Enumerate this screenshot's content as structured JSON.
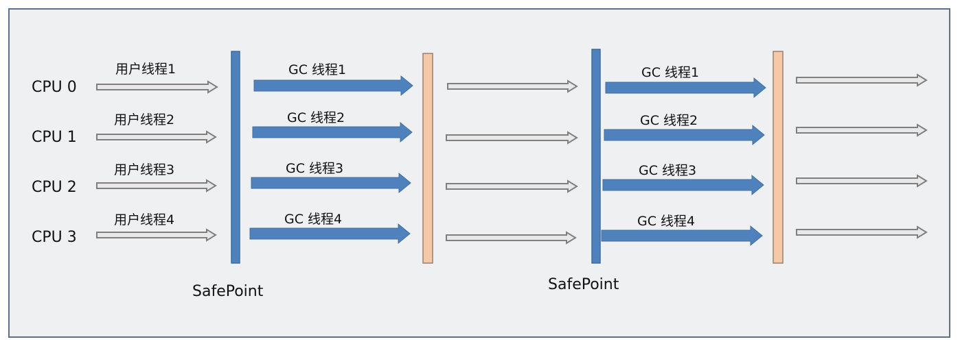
{
  "cpus": [
    "CPU 0",
    "CPU 1",
    "CPU 2",
    "CPU 3"
  ],
  "user_threads": [
    "用户线程1",
    "用户线程2",
    "用户线程3",
    "用户线程4"
  ],
  "gc_threads": [
    "GC 线程1",
    "GC 线程2",
    "GC 线程3",
    "GC 线程4"
  ],
  "safepoint_labels": [
    "SafePoint",
    "SafePoint"
  ],
  "colors": {
    "frame_background": "#eef0f2",
    "frame_border": "#5b6f89",
    "safepoint_bar": "#4f81bd",
    "resume_bar": "#f5c9a8",
    "gc_arrow": "#4f81bd",
    "thread_arrow_outline": "#7f7f7f",
    "thread_arrow_fill": "#e8e8e8"
  }
}
